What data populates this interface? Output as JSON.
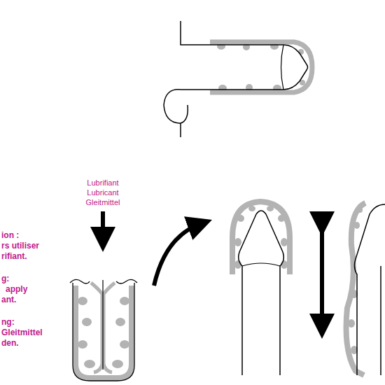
{
  "diagram": {
    "labels": [
      "Lubrifiant",
      "Lubricant",
      "Gleitmittel",
      "ion :",
      "rs utiliser",
      "rifiant.",
      "g:",
      "apply",
      "ant.",
      "ng:",
      "Gleitmittel",
      "den."
    ]
  }
}
